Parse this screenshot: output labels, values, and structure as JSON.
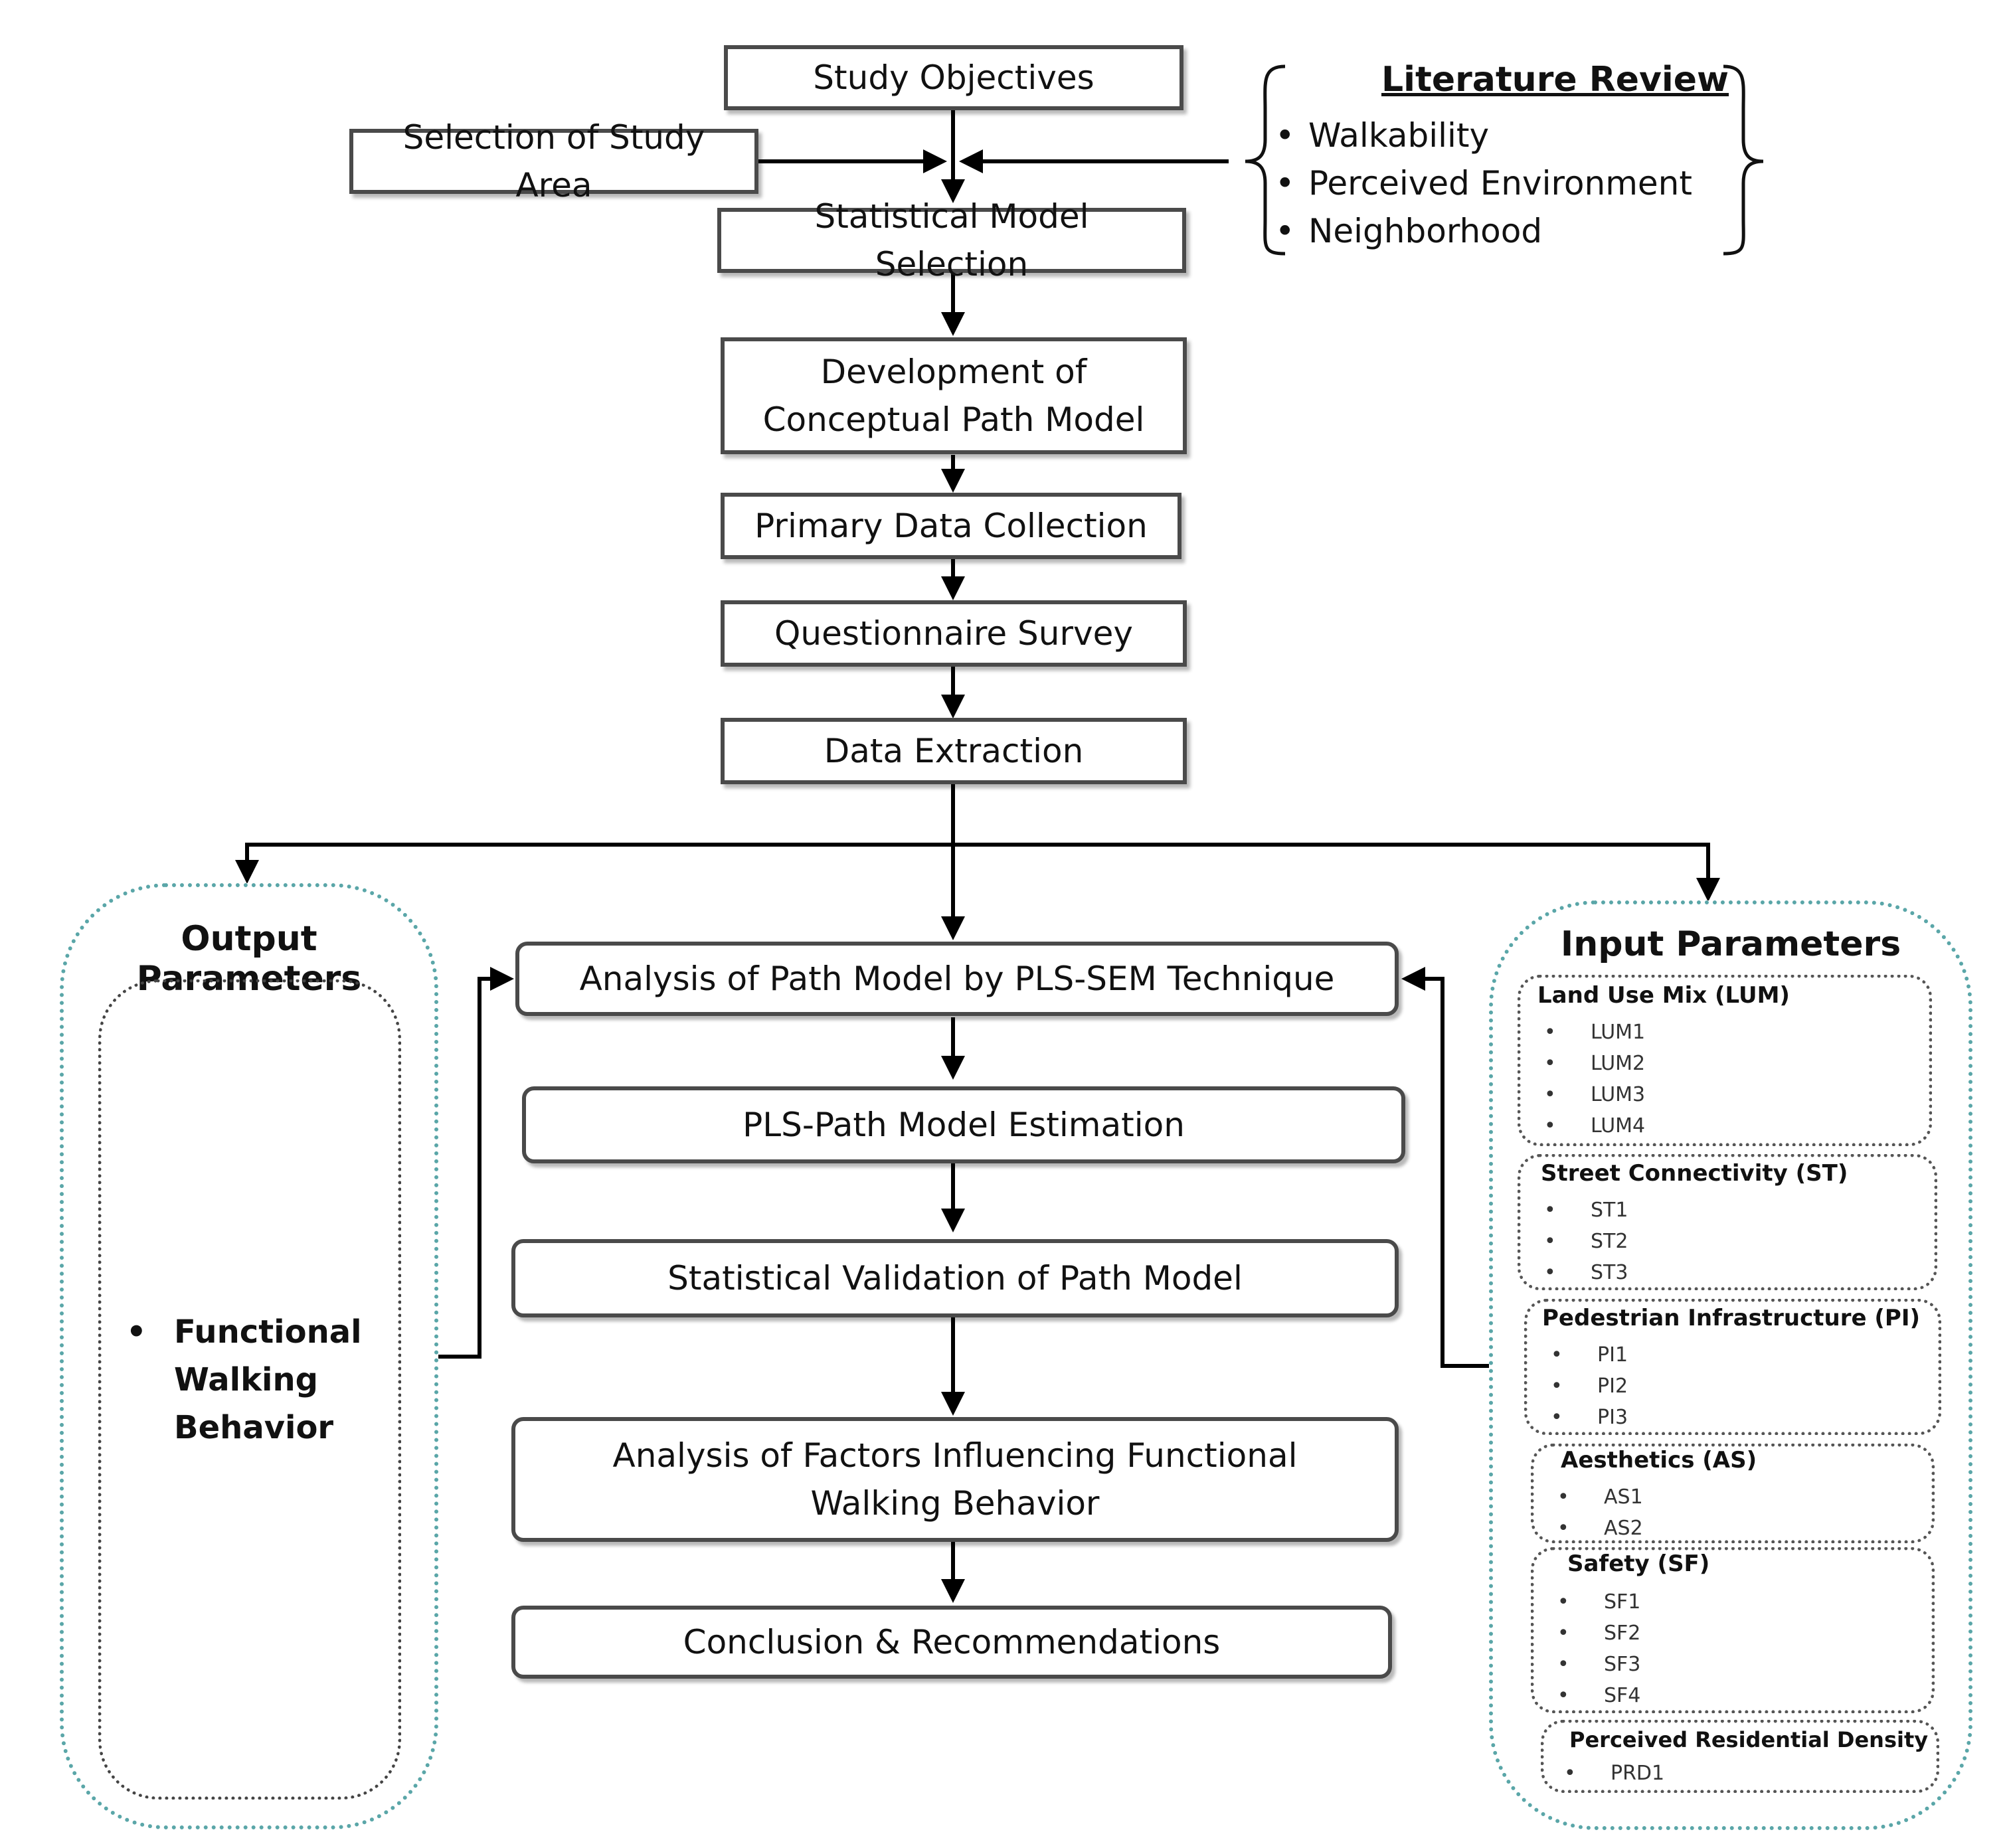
{
  "flow": {
    "study_objectives": "Study Objectives",
    "selection_study_area": "Selection of Study Area",
    "statistical_model_selection": "Statistical Model Selection",
    "development_conceptual_model": "Development of Conceptual Path Model",
    "primary_data_collection": "Primary Data Collection",
    "questionnaire_survey": "Questionnaire Survey",
    "data_extraction": "Data Extraction",
    "analysis_path_model": "Analysis of Path Model by PLS-SEM Technique",
    "pls_path_estimation": "PLS-Path Model Estimation",
    "statistical_validation": "Statistical Validation of Path Model",
    "analysis_factors": "Analysis of Factors Influencing Functional Walking Behavior",
    "conclusion": "Conclusion & Recommendations"
  },
  "literature_review": {
    "title": "Literature Review",
    "items": [
      "Walkability",
      "Perceived Environment",
      "Neighborhood"
    ]
  },
  "output_parameters": {
    "title": "Output Parameters",
    "item": "Functional Walking Behavior"
  },
  "input_parameters": {
    "title": "Input Parameters",
    "groups": [
      {
        "title": "Land Use Mix (LUM)",
        "items": [
          "LUM1",
          "LUM2",
          "LUM3",
          "LUM4"
        ]
      },
      {
        "title": "Street Connectivity (ST)",
        "items": [
          "ST1",
          "ST2",
          "ST3"
        ]
      },
      {
        "title": "Pedestrian Infrastructure (PI)",
        "items": [
          "PI1",
          "PI2",
          "PI3"
        ]
      },
      {
        "title": "Aesthetics (AS)",
        "items": [
          "AS1",
          "AS2"
        ]
      },
      {
        "title": "Safety (SF)",
        "items": [
          "SF1",
          "SF2",
          "SF3",
          "SF4"
        ]
      },
      {
        "title": "Perceived Residential Density",
        "items": [
          "PRD1"
        ]
      }
    ]
  },
  "colors": {
    "box_border": "#4a4a4a",
    "arrow": "#000000",
    "panel_border": "#5aa6a8",
    "group_border": "#555555"
  }
}
